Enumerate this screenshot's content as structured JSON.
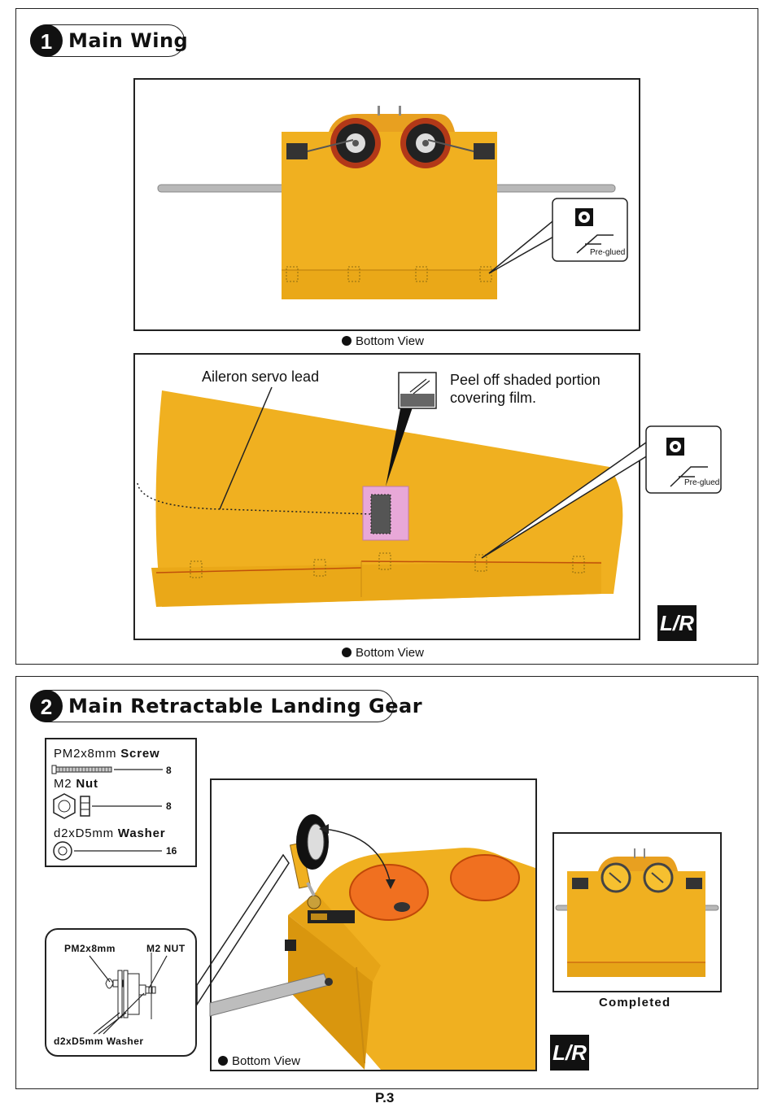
{
  "step1": {
    "number": "1",
    "title": "Main Wing",
    "callout_preglued": "Pre-glued",
    "caption_top": "Bottom View",
    "caption_bottom": "Bottom View",
    "aileron_label": "Aileron servo lead",
    "peel_label_line1": "Peel off shaded portion",
    "peel_label_line2": "covering film.",
    "lr_badge": "L/R"
  },
  "step2": {
    "number": "2",
    "title": "Main Retractable Landing Gear",
    "parts": {
      "screw_name": "PM2x8mm",
      "screw_type": "Screw",
      "screw_qty": "8",
      "nut_name": "M2",
      "nut_type": "Nut",
      "nut_qty": "8",
      "washer_name": "d2xD5mm",
      "washer_type": "Washer",
      "washer_qty": "16"
    },
    "detail": {
      "screw_label": "PM2x8mm",
      "nut_label": "M2 NUT",
      "washer_label": "d2xD5mm Washer"
    },
    "caption_main": "Bottom View",
    "caption_completed": "Completed",
    "lr_badge": "L/R"
  },
  "page_number": "P.3",
  "colors": {
    "wing_yellow": "#f0b020",
    "wing_shade": "#d9960e",
    "orange_well": "#f07020",
    "pink_patch": "#e8a8d8"
  }
}
